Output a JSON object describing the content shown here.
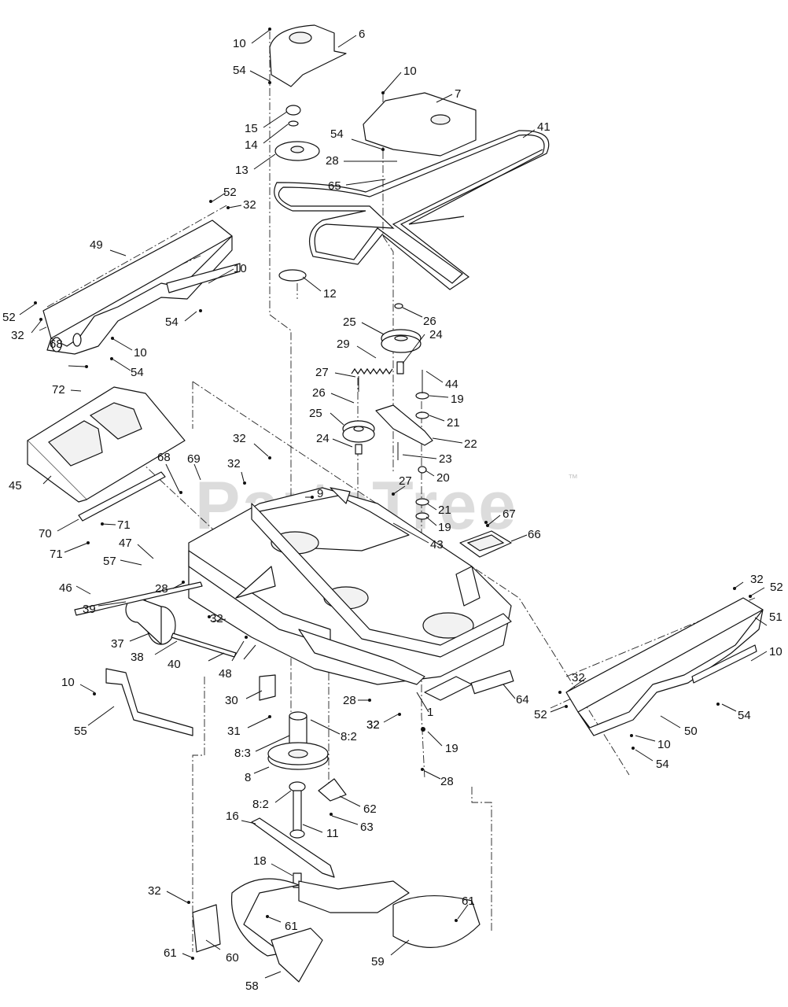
{
  "watermark": {
    "text": "PartsTree",
    "trademark": "™"
  },
  "callouts": [
    "10",
    "6",
    "54",
    "10",
    "7",
    "15",
    "14",
    "13",
    "54",
    "41",
    "28",
    "65",
    "52",
    "32",
    "49",
    "10",
    "12",
    "54",
    "52",
    "32",
    "10",
    "54",
    "26",
    "25",
    "29",
    "24",
    "27",
    "44",
    "26",
    "19",
    "25",
    "21",
    "22",
    "68",
    "72",
    "24",
    "23",
    "20",
    "32",
    "27",
    "21",
    "32",
    "9",
    "69",
    "68",
    "19",
    "67",
    "45",
    "66",
    "43",
    "70",
    "71",
    "71",
    "47",
    "57",
    "46",
    "28",
    "32",
    "52",
    "39",
    "51",
    "37",
    "32",
    "38",
    "40",
    "48",
    "10",
    "10",
    "32",
    "55",
    "30",
    "28",
    "64",
    "32",
    "52",
    "54",
    "31",
    "32",
    "1",
    "8:2",
    "10",
    "50",
    "8:3",
    "19",
    "54",
    "8",
    "28",
    "8:2",
    "62",
    "16",
    "11",
    "63",
    "18",
    "32",
    "61",
    "61",
    "61",
    "60",
    "59",
    "58"
  ],
  "colors": {
    "line": "#111111",
    "watermark": "#dcdcdc"
  }
}
